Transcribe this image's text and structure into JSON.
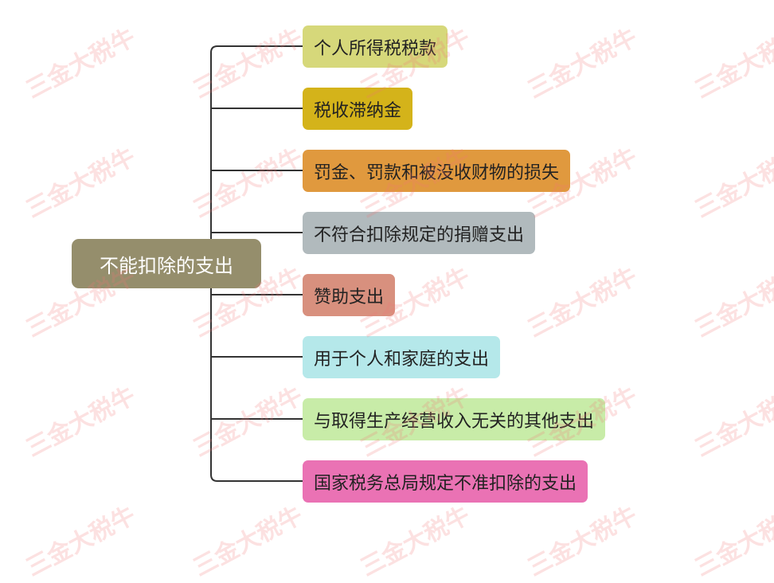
{
  "root": {
    "label": "不能扣除的支出",
    "color": "#958e6c"
  },
  "children": [
    {
      "label": "个人所得税税款",
      "color": "#d6d87a"
    },
    {
      "label": "税收滞纳金",
      "color": "#d4b31a"
    },
    {
      "label": "罚金、罚款和被没收财物的损失",
      "color": "#e0993e"
    },
    {
      "label": "不符合扣除规定的捐赠支出",
      "color": "#b1babd"
    },
    {
      "label": "赞助支出",
      "color": "#d8907e"
    },
    {
      "label": "用于个人和家庭的支出",
      "color": "#b5e8ea"
    },
    {
      "label": "与取得生产经营收入无关的其他支出",
      "color": "#c8eca8"
    },
    {
      "label": "国家税务总局规定不准扣除的支出",
      "color": "#ea72b4"
    }
  ],
  "watermark": "三金大税牛"
}
